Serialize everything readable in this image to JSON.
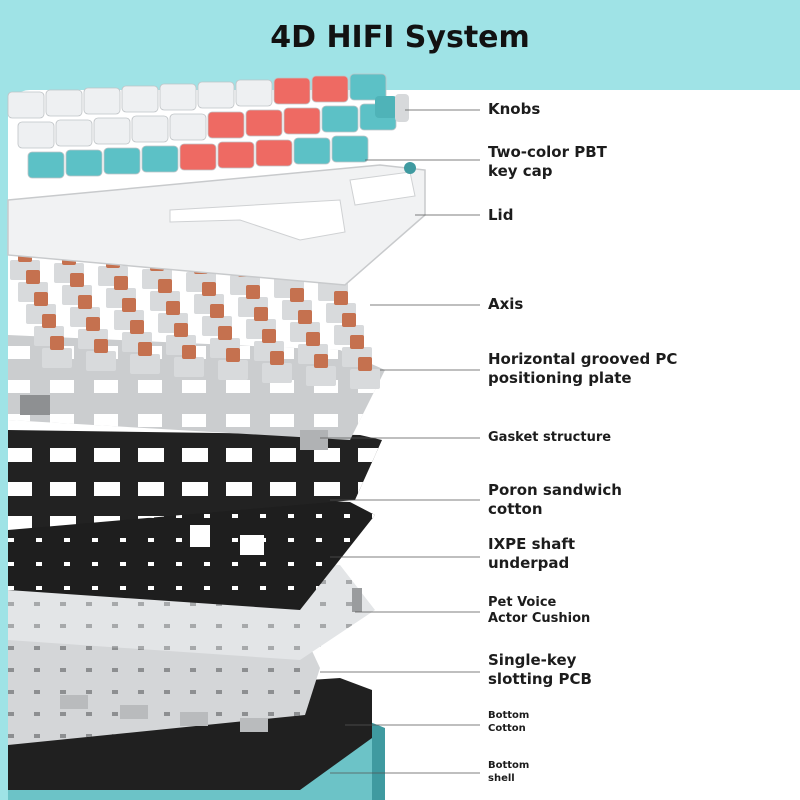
{
  "title": "4D HIFI System",
  "labels": {
    "knobs": "Knobs",
    "keycap": "Two-color PBT\nkey cap",
    "lid": "Lid",
    "axis": "Axis",
    "plate": "Horizontal grooved PC\npositioning plate",
    "gasket": "Gasket structure",
    "poron": "Poron sandwich\ncotton",
    "ixpe": "IXPE shaft\nunderpad",
    "pet": "Pet Voice\nActor Cushion",
    "pcb": "Single-key\nslotting PCB",
    "bottom_cotton": "Bottom\nCotton",
    "bottom_shell": "Bottom\nshell"
  },
  "colors": {
    "background": "#9fe3e6",
    "keycap_white": "#eef0f2",
    "keycap_teal": "#5cc1c6",
    "keycap_coral": "#ee6a63",
    "lid": "#f1f2f3",
    "plate_gray": "#c9cbcd",
    "foam_black": "#1e1e1e",
    "switch_copper": "#c5714f",
    "shell_teal": "#3f9aa0"
  }
}
